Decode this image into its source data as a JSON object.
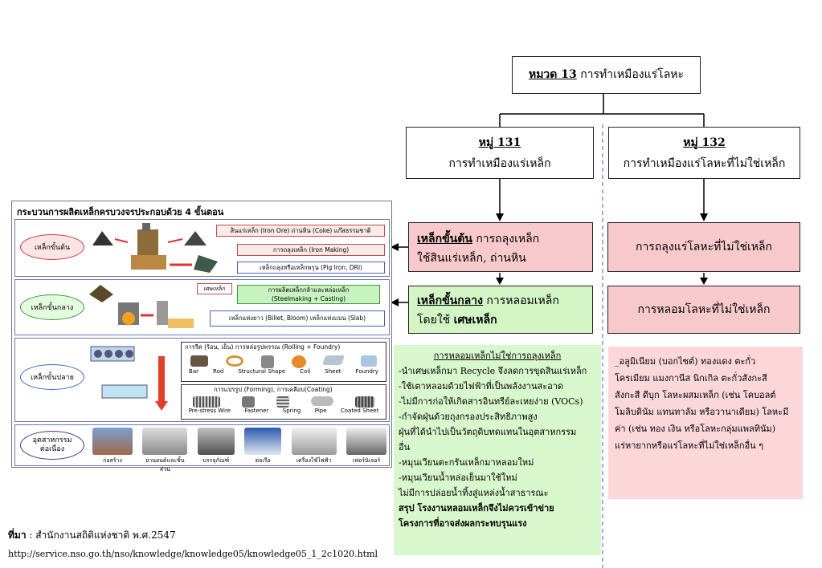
{
  "top": {
    "code": "หมวด 13",
    "title": "การทำเหมืองแร่โลหะ"
  },
  "g131": {
    "code": "หมู่ 131",
    "title": "การทำเหมืองแร่เหล็ก"
  },
  "g132": {
    "code": "หมู่ 132",
    "title": "การทำเหมืองแร่โลหะที่ไม่ใช่เหล็ก"
  },
  "upstream": {
    "strong": "เหล็กขั้นต้น",
    "text1": " การถลุงเหล็ก",
    "text2": "ใช้สินแร่เหล็ก, ถ่านหิน"
  },
  "midstream": {
    "strong": "เหล็กขั้นกลาง",
    "text1": " การหลอมเหล็ก",
    "text2": "โดยใช้ ",
    "text3": "เศษเหล็ก"
  },
  "nf1": "การถลุงแร่โลหะที่ไม่ใช่เหล็ก",
  "nf2": "การหลอมโลหะที่ไม่ใช่เหล็ก",
  "greenNote": {
    "title": "การหลอมเหล็กไม่ใช่การถลุงเหล็ก",
    "lines": [
      "-นำเศษเหล็กมา Recycle จึงลดการขุดสินแร่เหล็ก",
      "-ใช้เตาหลอมด้วยไฟฟ้าที่เป็นพลังงานสะอาด",
      "-ไม่มีการก่อให้เกิดสารอินทรีย์ละเหยง่าย (VOCs)",
      "-กำจัดฝุ่นด้วยถุงกรองประสิทธิภาพสูง",
      "ฝุ่นที่ได้นำไปเป็นวัตถุดิบทดแทนในอุตสาหกรรม",
      "อื่น",
      "-หมุนเวียนตะกรันเหล็กมาหลอมใหม่",
      "-หมุนเวียนน้ำหล่อเย็นมาใช้ใหม่",
      "ไม่มีการปล่อยน้ำทิ้งสู่แหล่งน้ำสาธารณะ"
    ],
    "conclusion1": "สรุป โรงงานหลอมเหล็กจึงไม่ควรเข้าข่าย",
    "conclusion2": "โครงการที่อาจส่งผลกระทบรุนแรง"
  },
  "pinkNote": {
    "lines": [
      "_อลูมิเนียม (บอกไซต์) ทองแดง ตะกั่ว",
      "โครเมียม แมงกานีส นิกเกิล ตะกั่วสังกะสี",
      "สังกะสี ดีบุก โลหะผสมเหล็ก (เช่น โคบอลต์",
      "โมลิบดินัม แทนทาลัม หรือวานาเดียม) โลหะมี",
      "ค่า (เช่น ทอง เงิน หรือโลหะกลุ่มแพลทินัม)",
      "แร่หายากหรือแร่โลหะที่ไม่ใช่เหล็กอื่น ๆ"
    ]
  },
  "source": {
    "label": "ที่มา",
    "text": " : สำนักงานสถิติแห่งชาติ พ.ศ.2547",
    "url": "http://service.nso.go.th/nso/knowledge/knowledge05/knowledge05_1_2c1020.html"
  },
  "figure": {
    "title": "กระบวนการผลิตเหล็กครบวงจรประกอบด้วย 4 ขั้นตอน",
    "stage1": "เหล็กขั้นต้น",
    "stage2": "เหล็กขั้นกลาง",
    "stage3": "เหล็กขั้นปลาย",
    "stage4": "อุตสาหกรรม ต่อเนื่อง",
    "rawmat": "สินแร่เหล็ก (Iron Ore) ถ่านหิน (Coke) แก๊สธรรมชาติ",
    "ironmaking": "การถลุงเหล็ก (Iron Making)",
    "pigiron": "เหล็กถลุงหรือเหล็กพรุน (Pig Iron, DRI)",
    "scrap": "เศษเหล็ก",
    "steelmaking1": "การผลิตเหล็กกล้าและหล่อเหล็ก",
    "steelmaking2": "(Steelmaking + Casting)",
    "semis": "เหล็กแท่งยาว (Billet, Bloom)  เหล็กแท่งแบน (Slab)",
    "rolling": "การรีด (ร้อน, เย็น) การหล่อรูปพรรณ  (Rolling  +  Foundry)",
    "products1": [
      "Bar",
      "Rod",
      "Structural Shape",
      "Coil",
      "Sheet",
      "Foundry"
    ],
    "forming": "การแปรรูป (Forming), การเคลือบ(Coating)",
    "products2": [
      "Pre-stress Wire",
      "Fastener",
      "Spring",
      "Pipe",
      "Coated Sheet"
    ],
    "industries": [
      "ก่อสร้าง",
      "ยานยนต์และชิ้นส่วน",
      "บรรจุภัณฑ์",
      "ต่อเรือ",
      "เครื่องใช้ไฟฟ้า",
      "เฟอร์นิเจอร์"
    ]
  }
}
